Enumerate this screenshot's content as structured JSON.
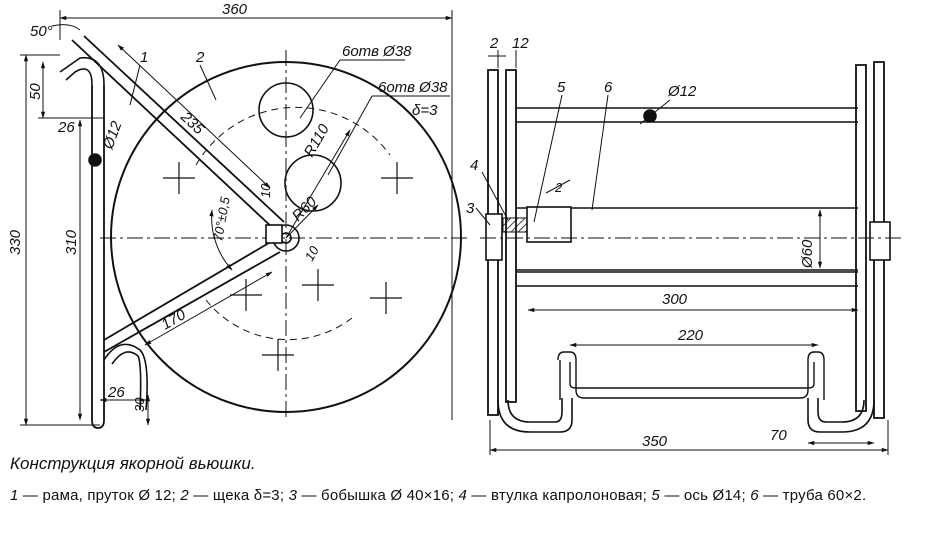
{
  "drawing": {
    "left_view": {
      "dims": {
        "overall_width": "360",
        "height_330": "330",
        "height_310": "310",
        "angle_50": "50°",
        "hook_50": "50",
        "hook_26_top": "26",
        "rod_diam": "Ø12",
        "arm_235": "235",
        "arm_170": "170",
        "holes_38_a": "6отв Ø38",
        "holes_38_b": "6отв Ø38",
        "thickness": "δ=3",
        "r110": "R110",
        "r60": "R60",
        "d10_a": "10",
        "d10_b": "10",
        "angle_70": "70°±0,5",
        "foot_26": "26",
        "foot_30": "30"
      },
      "callouts": {
        "c1": "1",
        "c2": "2"
      }
    },
    "right_view": {
      "dims": {
        "d2": "2",
        "d12": "12",
        "d_tube": "Ø12",
        "d60": "Ø60",
        "d300": "300",
        "d220": "220",
        "d350": "350",
        "d70": "70",
        "d2_small": "2"
      },
      "callouts": {
        "c3": "3",
        "c4": "4",
        "c5": "5",
        "c6": "6"
      }
    }
  },
  "caption": "Конструкция якорной вьюшки.",
  "legend": {
    "n1": "1",
    "t1": " — рама, пруток Ø 12; ",
    "n2": "2",
    "t2": " — щека δ=3; ",
    "n3": "3",
    "t3": " — бобышка Ø 40×16; ",
    "n4": "4",
    "t4": " — втулка капролоновая; ",
    "n5": "5",
    "t5": " — ось Ø14; ",
    "n6": "6",
    "t6": " — труба 60×2."
  }
}
